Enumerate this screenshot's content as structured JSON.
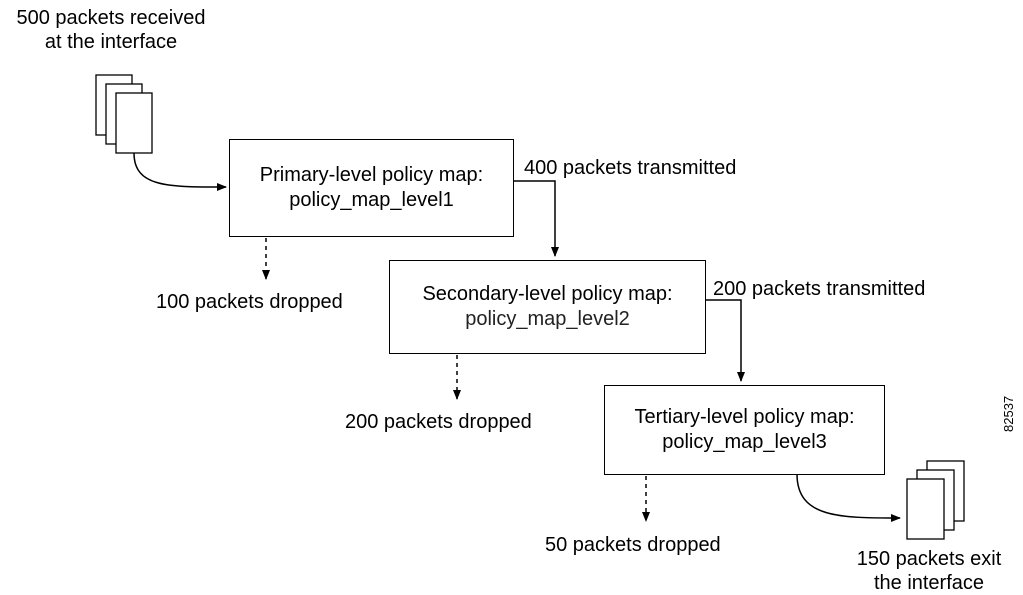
{
  "input": {
    "line1": "500 packets received",
    "line2": "at the interface"
  },
  "levels": [
    {
      "title": "Primary-level policy map:",
      "map_name": "policy_map_level1",
      "transmitted": "400 packets transmitted",
      "dropped": "100 packets dropped"
    },
    {
      "title": "Secondary-level policy map:",
      "map_name": "policy_map_level2",
      "transmitted": "200 packets transmitted",
      "dropped": "200 packets dropped"
    },
    {
      "title": "Tertiary-level policy map:",
      "map_name": "policy_map_level3",
      "dropped": "50 packets dropped"
    }
  ],
  "output": {
    "line1": "150 packets exit",
    "line2": "the interface"
  },
  "figure_id": "82537"
}
